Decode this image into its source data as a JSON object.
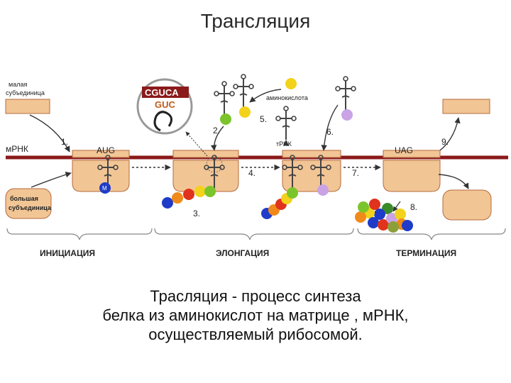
{
  "title": "Трансляция",
  "labels": {
    "small_subunit": [
      "малая",
      "субъединица"
    ],
    "large_subunit": [
      "большая",
      "субъединица"
    ],
    "mrna": "мРНК",
    "trna": "тРНК",
    "amino_acid": "аминокислота",
    "codon_start": "AUG",
    "codon_stop": "UAG",
    "met": "M",
    "zoom_top": "CGUCA",
    "zoom_bottom": "GUC"
  },
  "steps": [
    "1.",
    "2.",
    "3.",
    "4.",
    "5.",
    "6.",
    "7.",
    "8.",
    "9."
  ],
  "phases": {
    "initiation": "ИНИЦИАЦИЯ",
    "elongation": "ЭЛОНГАЦИЯ",
    "termination": "ТЕРМИНАЦИЯ"
  },
  "caption": [
    "Трасляция - процесс синтеза",
    "белка из аминокислот на матрице , мРНК,",
    "осуществляемый рибосомой."
  ],
  "colors": {
    "ribosome": "#f2c595",
    "ribosome_edge": "#b46a3c",
    "mrna_line": "#8b1a1a",
    "aa_green": "#7cc42c",
    "aa_yellow": "#f2d21a",
    "aa_orange": "#f08a1a",
    "aa_red": "#e0321c",
    "aa_blue": "#1f3cc8",
    "aa_violet": "#c9a3e6",
    "aa_darkgreen": "#3a8a2a",
    "aa_olive": "#8ca03a"
  }
}
